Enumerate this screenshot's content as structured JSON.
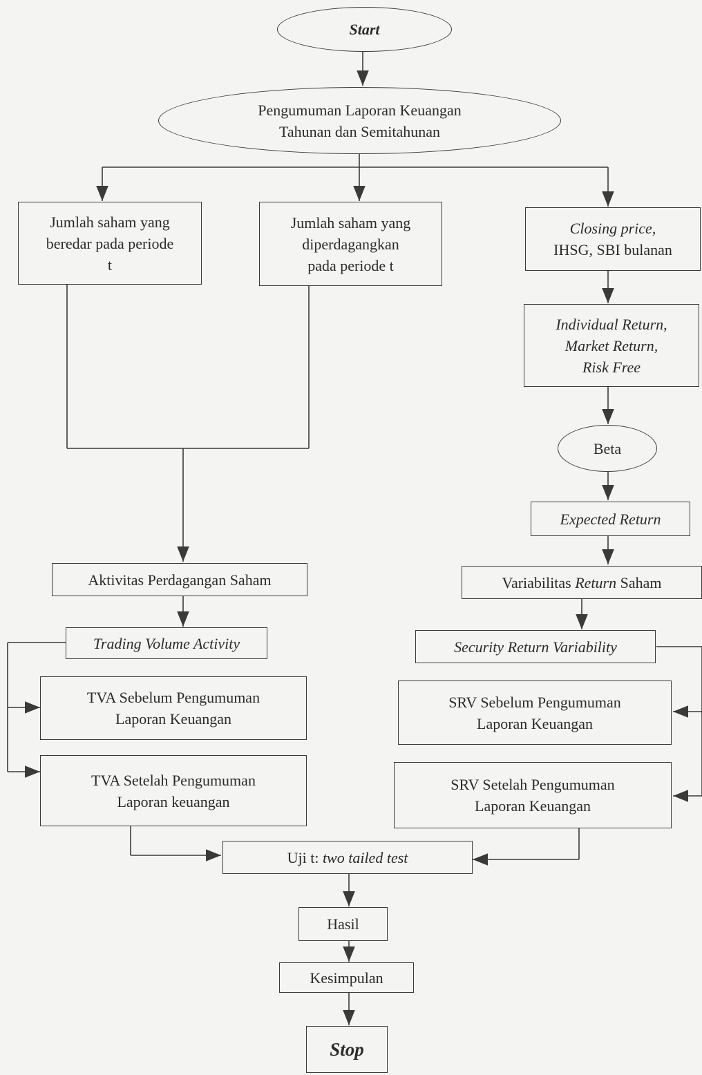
{
  "nodes": {
    "start": "Start",
    "pengumuman": "Pengumuman Laporan Keuangan\nTahunan dan Semitahunan",
    "jumlah_beredar": "Jumlah saham yang\nberedar pada periode\nt",
    "jumlah_diperdagangkan": "Jumlah saham yang\ndiperdagangkan\npada periode t",
    "closing_price_italic": "Closing price,",
    "closing_price_rest": "IHSG, SBI bulanan",
    "returns": "Individual Return,\nMarket Return,\nRisk Free",
    "beta": "Beta",
    "expected_return": "Expected Return",
    "aktivitas": "Aktivitas Perdagangan Saham",
    "variabilitas_a": "Variabilitas ",
    "variabilitas_b": "Return",
    "variabilitas_c": " Saham",
    "tva": "Trading Volume Activity",
    "srv": "Security Return Variability",
    "tva_sebelum": "TVA Sebelum Pengumuman\nLaporan Keuangan",
    "tva_setelah": "TVA Setelah Pengumuman\nLaporan keuangan",
    "srv_sebelum": "SRV Sebelum Pengumuman\nLaporan Keuangan",
    "srv_setelah": "SRV Setelah Pengumuman\nLaporan Keuangan",
    "uji_a": "Uji t: ",
    "uji_b": "two tailed test",
    "hasil": "Hasil",
    "kesimpulan": "Kesimpulan",
    "stop": "Stop"
  },
  "colors": {
    "line": "#3a3a3a",
    "background": "#f4f4f2",
    "text": "#2b2b2b"
  }
}
